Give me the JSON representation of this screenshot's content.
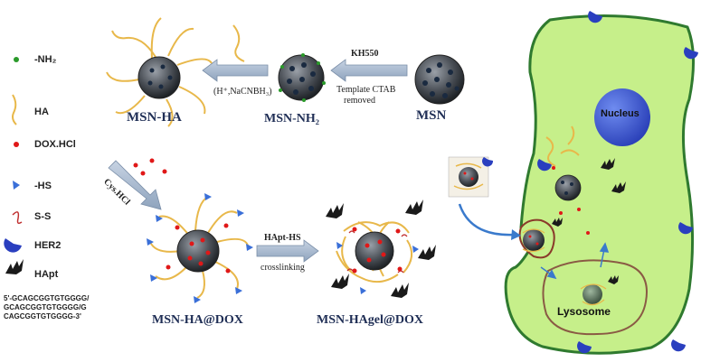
{
  "legend": {
    "nh2": "-NH₂",
    "ha": "HA",
    "dox": "DOX.HCl",
    "hs": "-HS",
    "ss": "S-S",
    "her2": "HER2",
    "hapt": "HApt",
    "sequence": [
      "5'-GCAGCGGTGTGGGG/",
      "GCAGCGGTGTGGGG/G",
      "CAGCGGTGTGGGG-3'"
    ]
  },
  "labels": {
    "msn": "MSN",
    "msn_nh2": "MSN-NH₂",
    "msn_ha": "MSN-HA",
    "msn_ha_dox": "MSN-HA@DOX",
    "msn_hagel_dox": "MSN-HAgel@DOX"
  },
  "arrows": {
    "kh550": "KH550",
    "template_line1": "Template CTAB",
    "template_line2": "removed",
    "reduce": "(H⁺,NaCNBH₃)",
    "cys": "Cys.HCl",
    "hapt_hs": "HApt-HS",
    "crosslinking": "crosslinking"
  },
  "cell": {
    "nucleus": "Nucleus",
    "lysosome": "Lysosome"
  },
  "colors": {
    "cell_fill": "#c6ef8a",
    "cell_border": "#2f7a2f",
    "nucleus_fill": "#3a58d0",
    "her2": "#2a3fbf",
    "ha_strand": "#e8b84a",
    "dox": "#e01818",
    "arrow_fill": "#9bb0c8"
  }
}
